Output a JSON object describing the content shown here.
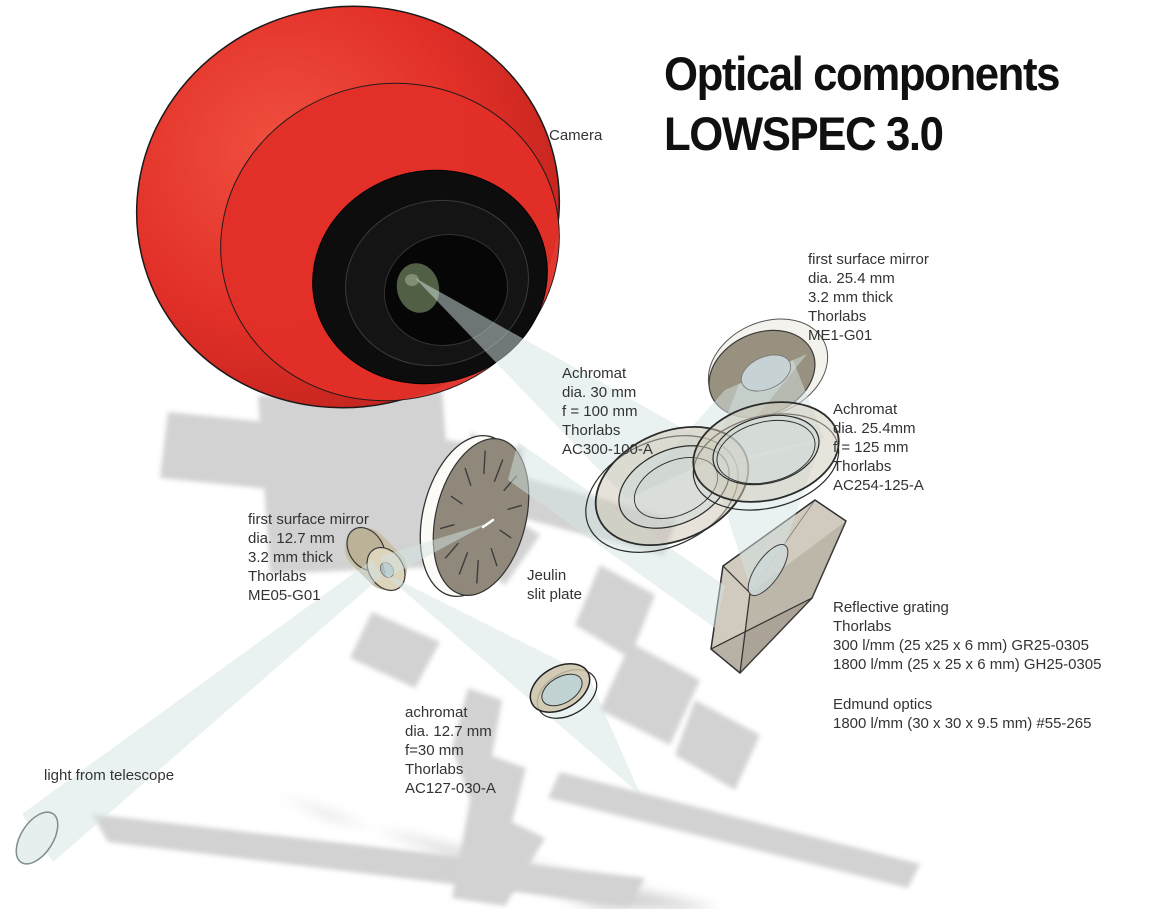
{
  "title": {
    "line1": "Optical components",
    "line2": "LOWSPEC 3.0"
  },
  "labels": {
    "camera": "Camera",
    "mirror_me1": "first surface mirror\ndia. 25.4 mm\n3.2 mm thick\nThorlabs\nME1-G01",
    "achromat_ac300": "Achromat\ndia. 30 mm\nf = 100 mm\nThorlabs\nAC300-100-A",
    "achromat_ac254": "Achromat\ndia. 25.4mm\nf = 125 mm\nThorlabs\nAC254-125-A",
    "mirror_me05": "first surface mirror\ndia. 12.7 mm\n3.2 mm thick\nThorlabs\nME05-G01",
    "slit_plate": "Jeulin\nslit plate",
    "grating_thorlabs": "Reflective grating\nThorlabs\n300 l/mm (25 x25 x 6 mm) GR25-0305\n1800 l/mm (25 x 25 x 6 mm) GH25-0305",
    "grating_edmund": "Edmund optics\n1800 l/mm (30 x 30 x 9.5 mm) #55-265",
    "achromat_ac127": "achromat\ndia. 12.7 mm\nf=30 mm\nThorlabs\nAC127-030-A",
    "light_source": "light from telescope"
  },
  "colors": {
    "camera_red": "#e23028",
    "beam": "#d4e3e4",
    "shadow": "#cdcdcd",
    "metal_tan": "#cdc3aa",
    "glass": "#cfdddd",
    "slit_face": "#8f887b",
    "mirror_face": "#98917f"
  }
}
